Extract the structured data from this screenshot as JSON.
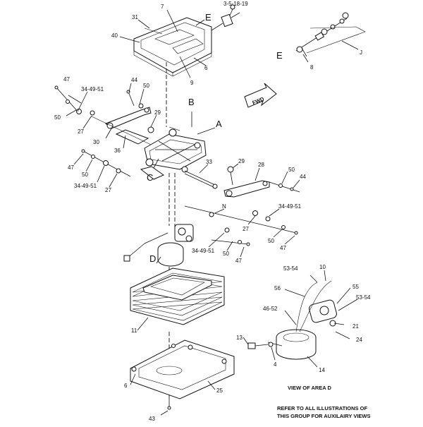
{
  "labels": {
    "p7": "7",
    "p31": "31",
    "p40": "40",
    "p6a": "6",
    "p9": "9",
    "E_top": "E",
    "p3_5_18_19": "3-5-18-19",
    "E_right": "E",
    "p8": "8",
    "J": "J",
    "fwd": "FWD",
    "p47a": "47",
    "p34_49_51a": "34-49-51",
    "p44a": "44",
    "p50a": "50",
    "p50b": "50",
    "p27a": "27",
    "p29a": "29",
    "p30": "30",
    "p36": "36",
    "B": "B",
    "A": "A",
    "p47b": "47",
    "p50c": "50",
    "p34_49_51b": "34-49-51",
    "p27b": "27",
    "C": "C",
    "p33": "33",
    "p29b": "29",
    "p28": "28",
    "p50d": "50",
    "p44b": "44",
    "N": "N",
    "p34_49_51c": "34-49-51",
    "p27c": "27",
    "p50e": "50",
    "p47c": "47",
    "p34_49_51d": "34-49-51",
    "p50f": "50",
    "p47d": "47",
    "D": "D",
    "p11": "11",
    "p53_54a": "53-54",
    "p10": "10",
    "p56": "56",
    "p55": "55",
    "p53_54b": "53-54",
    "p46_52": "46-52",
    "p21": "21",
    "p24": "24",
    "p13": "13",
    "p4": "4",
    "p14": "14",
    "p6b": "6",
    "p25": "25",
    "p43": "43"
  },
  "notes": {
    "view_of_area": "VIEW OF AREA D",
    "refer_line1": "REFER TO ALL ILLUSTRATIONS OF",
    "refer_line2": "THIS GROUP FOR AUXILAIRY VIEWS"
  }
}
